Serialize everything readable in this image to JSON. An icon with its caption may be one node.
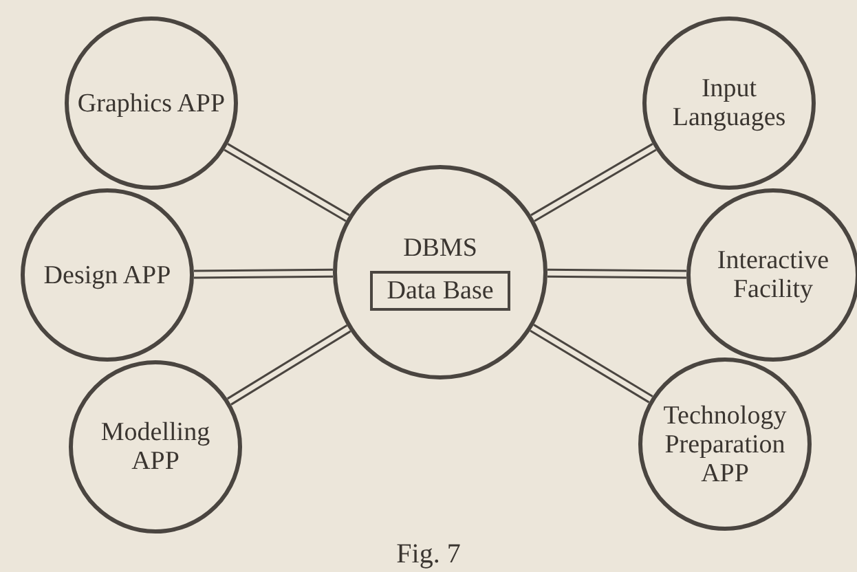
{
  "diagram": {
    "caption": "Fig. 7",
    "nodes": [
      {
        "text": [
          "Graphics APP"
        ]
      },
      {
        "text": [
          "Input Languages"
        ]
      },
      {
        "text": [
          "Design APP"
        ]
      },
      {
        "text": [
          "DBMS"
        ]
      },
      {
        "text": [
          "Data Base"
        ],
        "in": 3
      },
      {
        "text": [
          "Interactive Facility"
        ]
      },
      {
        "text": [
          "Modelling APP"
        ]
      },
      {
        "text": [
          "Technology Preparation APP"
        ]
      }
    ],
    "edges": [
      {
        "from": 0,
        "to": 3,
        "arrow": "none"
      },
      {
        "from": 3,
        "to": 1,
        "arrow": "none"
      },
      {
        "from": 2,
        "to": 3,
        "arrow": "none"
      },
      {
        "from": 3,
        "to": 5,
        "arrow": "none"
      },
      {
        "from": 6,
        "to": 3,
        "arrow": "none"
      },
      {
        "from": 3,
        "to": 7,
        "arrow": "none"
      }
    ]
  }
}
